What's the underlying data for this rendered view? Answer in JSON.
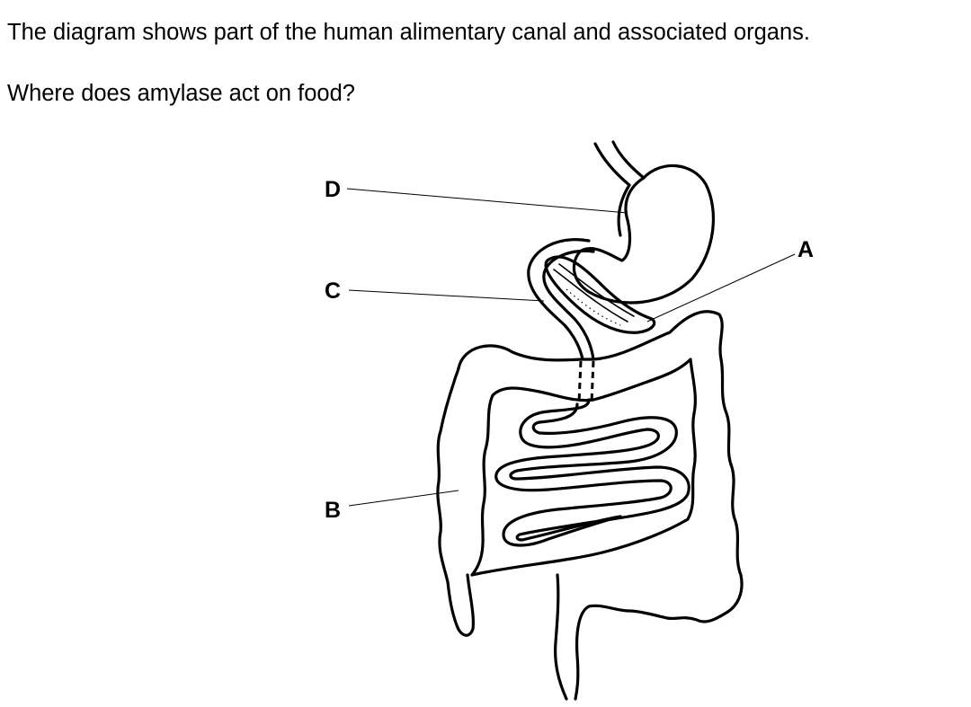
{
  "question": {
    "intro": "The diagram shows part of the human alimentary canal and associated organs.",
    "ask": "Where does amylase act on food?"
  },
  "diagram": {
    "labels": {
      "A": "A",
      "B": "B",
      "C": "C",
      "D": "D"
    }
  }
}
